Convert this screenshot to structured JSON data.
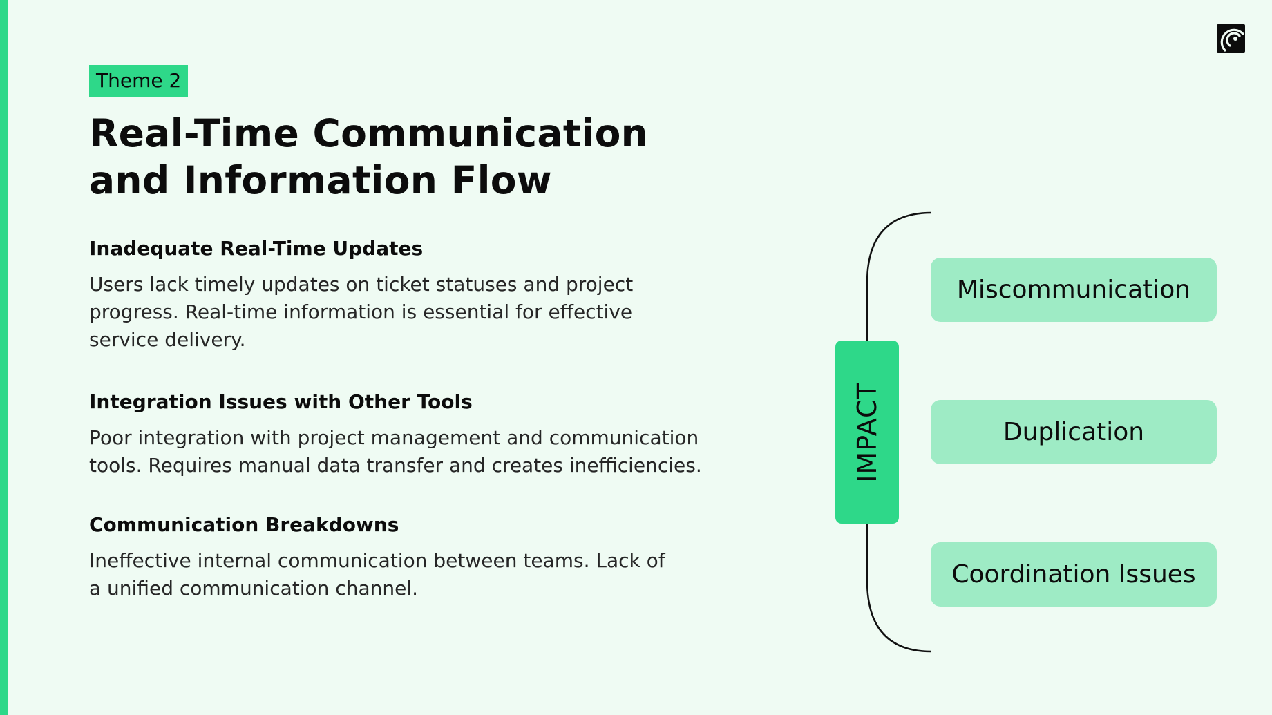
{
  "theme": {
    "tag": "Theme 2",
    "title": "Real-Time Communication and Information Flow"
  },
  "sections": [
    {
      "heading": "Inadequate Real-Time Updates",
      "body": "Users lack timely updates on ticket statuses and project progress. Real-time information is essential for effective service delivery."
    },
    {
      "heading": "Integration Issues with Other Tools",
      "body": "Poor integration with project management and communication tools. Requires manual data transfer and creates inefficiencies."
    },
    {
      "heading": "Communication Breakdowns",
      "body": "Ineffective internal communication between teams. Lack of a unified communication channel."
    }
  ],
  "impact": {
    "label": "IMPACT",
    "items": [
      "Miscommunication",
      "Duplication",
      "Coordination Issues"
    ]
  },
  "colors": {
    "accent": "#2ed889",
    "item_background": "#9eebc5",
    "page_background": "#effbf3"
  },
  "icons": {
    "logo": "brand-logo-icon"
  }
}
